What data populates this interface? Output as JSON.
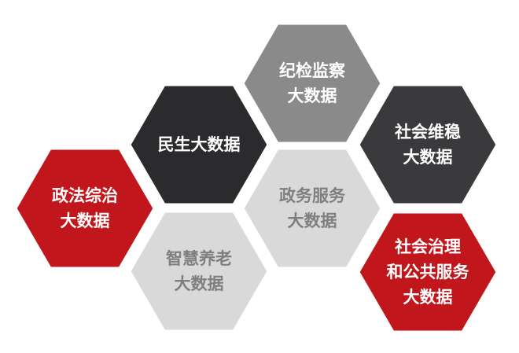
{
  "diagram": {
    "hexagons": [
      {
        "id": "zhengfa",
        "lines": [
          "政法综治",
          "大数据"
        ],
        "fill": "#c0161c",
        "text_color": "#ffffff"
      },
      {
        "id": "minsheng",
        "lines": [
          "民生大数据"
        ],
        "fill": "#2b2b2d",
        "text_color": "#ffffff"
      },
      {
        "id": "zhihui",
        "lines": [
          "智慧养老",
          "大数据"
        ],
        "fill": "#d9d9d9",
        "text_color": "#7f7f7f"
      },
      {
        "id": "jijian",
        "lines": [
          "纪检监察",
          "大数据"
        ],
        "fill": "#8a8a8a",
        "text_color": "#ffffff"
      },
      {
        "id": "zhengwu",
        "lines": [
          "政务服务",
          "大数据"
        ],
        "fill": "#d9d9d9",
        "text_color": "#7f7f7f"
      },
      {
        "id": "weiwen",
        "lines": [
          "社会维稳",
          "大数据"
        ],
        "fill": "#3a3a3c",
        "text_color": "#ffffff"
      },
      {
        "id": "zhili",
        "lines": [
          "社会治理",
          "和公共服务",
          "大数据"
        ],
        "fill": "#c0161c",
        "text_color": "#ffffff"
      }
    ]
  }
}
